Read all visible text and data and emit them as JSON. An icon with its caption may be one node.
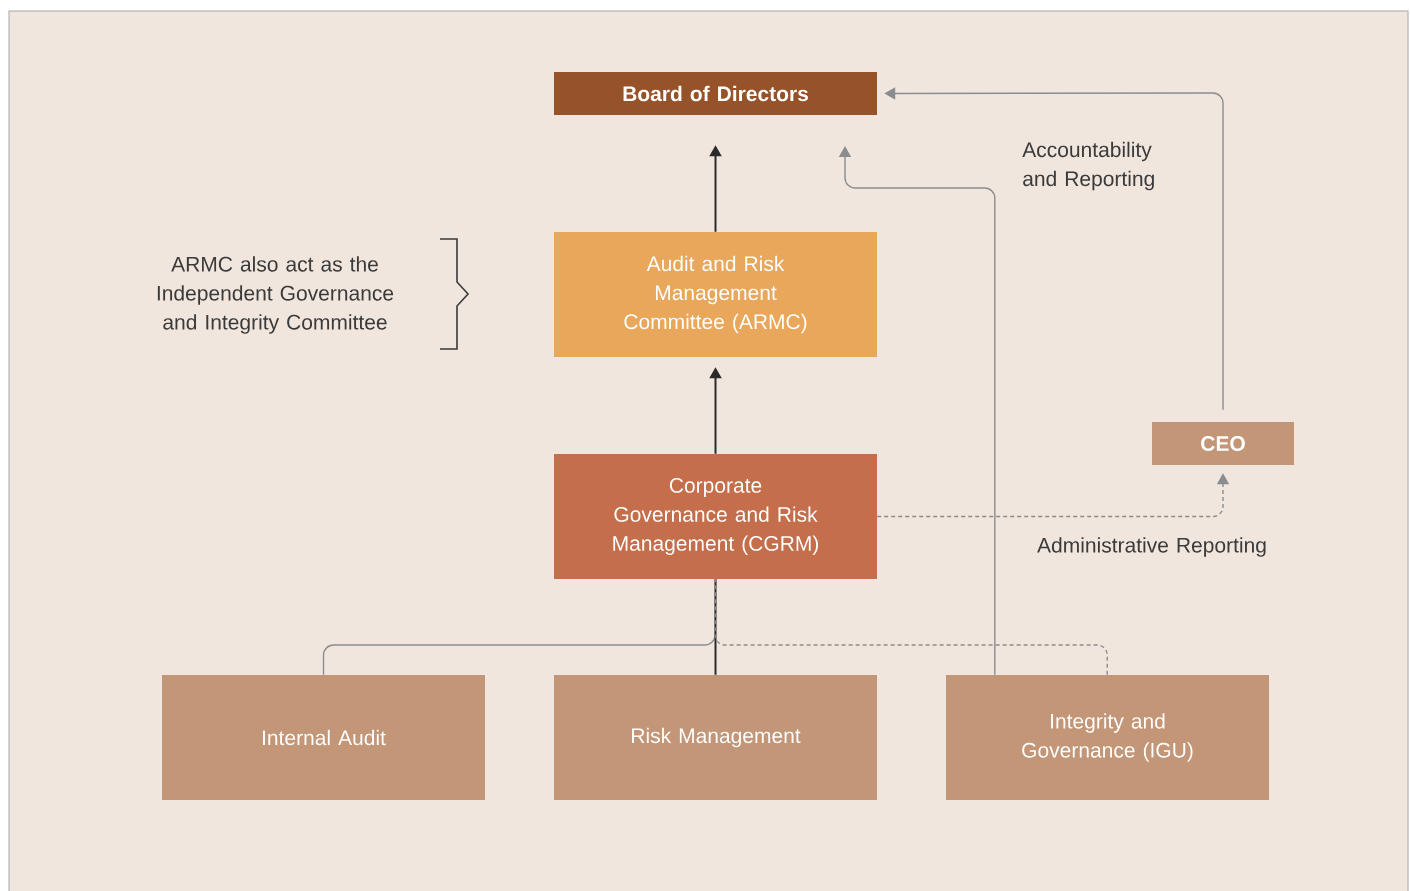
{
  "diagram": {
    "nodes": [
      {
        "text": [
          "Board of Directors"
        ]
      },
      {
        "text": [
          "Audit and Risk Management Committee (ARMC)"
        ]
      },
      {
        "text": [
          "Corporate Governance and Risk Management (CGRM)"
        ]
      },
      {
        "text": [
          "CEO"
        ]
      },
      {
        "text": [
          "Internal Audit"
        ]
      },
      {
        "text": [
          "Risk Management"
        ]
      },
      {
        "text": [
          "Integrity and Governance (IGU)"
        ]
      }
    ],
    "edges": [
      {
        "from": 1,
        "to": 0,
        "arrow": "to",
        "color": "#2b2b2b"
      },
      {
        "from": 2,
        "to": 1,
        "arrow": "to",
        "color": "#2b2b2b"
      },
      {
        "from": 4,
        "to": 2,
        "arrow": "none"
      },
      {
        "from": 5,
        "to": 2,
        "arrow": "none",
        "color": "#2b2b2b"
      },
      {
        "from": 6,
        "to": 2,
        "arrow": "none",
        "style": "dashed"
      },
      {
        "from": 6,
        "to": 0,
        "arrow": "to"
      },
      {
        "from": 3,
        "to": 0,
        "arrow": "to"
      },
      {
        "from": 2,
        "to": 3,
        "arrow": "to",
        "style": "dashed"
      }
    ],
    "labels": [
      "ARMC also act as the Independent Governance and Integrity Committee",
      "Accountability and Reporting",
      "Administrative Reporting"
    ]
  }
}
